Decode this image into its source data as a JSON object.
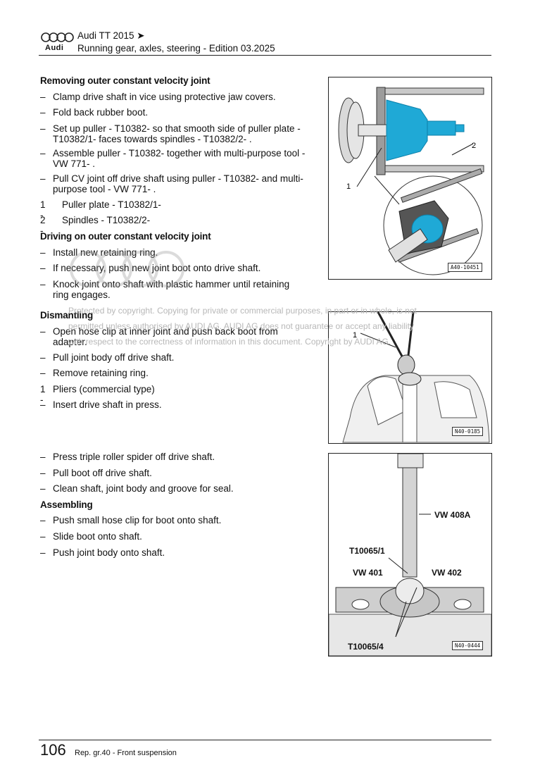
{
  "header": {
    "brand": "Audi",
    "title": "Audi TT 2015 ➤",
    "subtitle": "Running gear, axles, steering - Edition 03.2025"
  },
  "section1": {
    "heading": "Removing outer constant velocity joint",
    "bullets": [
      "Clamp drive shaft in vice using protective jaw covers.",
      "Fold back rubber boot.",
      "Set up puller - T10382- so that smooth side of puller plate - T10382/1- faces towards spindles - T10382/2- .",
      "Assemble puller - T10382- together with multi-purpose tool - VW 771- .",
      "Pull CV joint off drive shaft using puller - T10382- and multi-purpose tool - VW 771- ."
    ],
    "legend": [
      {
        "num": "1 -",
        "text": "Puller plate - T10382/1-"
      },
      {
        "num": "2 -",
        "text": "Spindles - T10382/2-"
      }
    ]
  },
  "section2": {
    "heading": "Driving on outer constant velocity joint",
    "bullets": [
      "Install new retaining ring.",
      "If necessary, push new joint boot onto drive shaft.",
      "Knock joint onto shaft with plastic hammer until retaining ring engages."
    ]
  },
  "section3": {
    "heading": "Dismantling",
    "bullets": [
      "Open hose clip at inner joint and push back boot from adapter.",
      "Pull joint body off drive shaft.",
      "Remove retaining ring."
    ],
    "legend": [
      {
        "num": "1 -",
        "text": "Pliers (commercial type)"
      }
    ],
    "bullets2": [
      "Insert drive shaft in press."
    ],
    "bullets3": [
      "Press triple roller spider off drive shaft.",
      "Pull boot off drive shaft.",
      "Clean shaft, joint body and groove for seal."
    ]
  },
  "section4": {
    "heading": "Assembling",
    "bullets": [
      "Push small hose clip for boot onto shaft.",
      "Slide boot onto shaft.",
      "Push joint body onto shaft."
    ]
  },
  "figures": {
    "fig1": {
      "code": "A40-10451",
      "label1": "1",
      "label2": "2"
    },
    "fig2": {
      "code": "N40-0185",
      "label1": "1"
    },
    "fig3": {
      "code": "N40-0444",
      "vw408a": "VW 408A",
      "t10065_1": "T10065/1",
      "vw401": "VW 401",
      "vw402": "VW 402",
      "t10065_4": "T10065/4"
    }
  },
  "watermark": {
    "line1": "Protected by copyright. Copying for private or commercial purposes, in part or in whole, is not",
    "line2": "permitted unless authorised by AUDI AG. AUDI AG does not guarantee or accept any liability",
    "line3": "with respect to the correctness of information in this document. Copyright by AUDI AG."
  },
  "footer": {
    "page": "106",
    "text": "Rep. gr.40 - Front suspension"
  },
  "colors": {
    "cyan": "#1fa9d6",
    "cyan_dark": "#0b7fa8"
  }
}
